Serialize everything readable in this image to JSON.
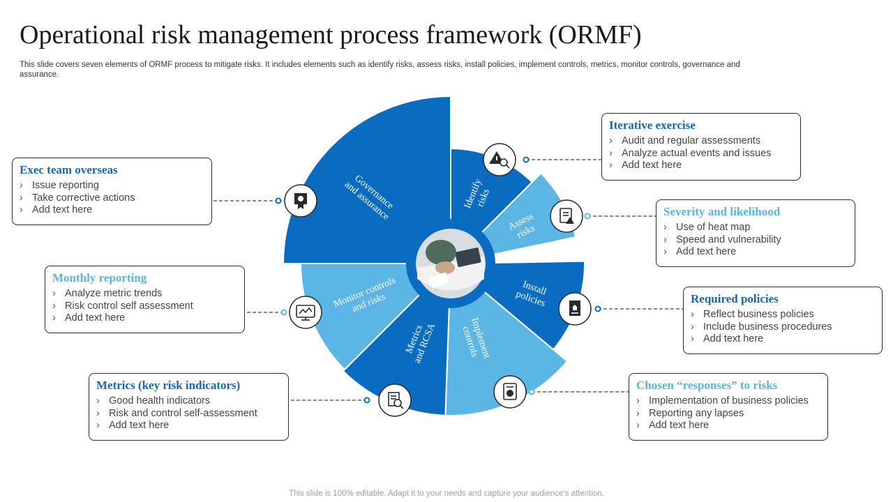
{
  "title": "Operational risk management process framework (ORMF)",
  "subtitle": "This slide covers seven elements of ORMF process to mitigate risks. It includes elements such as identify risks, assess risks, install policies, implement controls, metrics, monitor controls, governance and assurance.",
  "footer": "This slide is 100% editable. Adapt it to your needs and capture your audience’s attention.",
  "colors": {
    "dark": "#0a6cc0",
    "light": "#5bb6e6",
    "center_ring": "#0a6cc0",
    "box_border": "#2b2b2b",
    "connector": "#444444"
  },
  "bullet_icon": "chevron-right-icon",
  "segments": [
    {
      "id": "governance",
      "label": [
        "Governance",
        "and assurance"
      ],
      "shade": "dark",
      "icon": "certificate-icon"
    },
    {
      "id": "identify",
      "label": [
        "Identify",
        "risks"
      ],
      "shade": "dark",
      "icon": "warning-magnifier-icon"
    },
    {
      "id": "assess",
      "label": [
        "Assess",
        "risks"
      ],
      "shade": "light",
      "icon": "clipboard-warning-icon"
    },
    {
      "id": "install",
      "label": [
        "Install",
        "policies"
      ],
      "shade": "dark",
      "icon": "policy-document-icon"
    },
    {
      "id": "implement",
      "label": [
        "Implement",
        "controls"
      ],
      "shade": "light",
      "icon": "document-seal-icon"
    },
    {
      "id": "metrics",
      "label": [
        "Metrics",
        "and RCSA"
      ],
      "shade": "dark",
      "icon": "report-magnifier-icon"
    },
    {
      "id": "monitor",
      "label": [
        "Monitor controls",
        "and risks"
      ],
      "shade": "light",
      "icon": "monitor-chart-icon"
    }
  ],
  "boxes": [
    {
      "id": "exec",
      "title": "Exec team overseas",
      "shade": "dark",
      "items": [
        "Issue reporting",
        "Take corrective actions",
        "Add text here"
      ]
    },
    {
      "id": "monthly",
      "title": "Monthly reporting",
      "shade": "light",
      "items": [
        "Analyze metric trends",
        "Risk control self assessment",
        "Add text here"
      ]
    },
    {
      "id": "kri",
      "title": "Metrics (key risk indicators)",
      "shade": "dark",
      "items": [
        "Good health indicators",
        "Risk and control self-assessment",
        "Add text here"
      ]
    },
    {
      "id": "iterative",
      "title": "Iterative exercise",
      "shade": "dark",
      "items": [
        "Audit and regular assessments",
        "Analyze actual events and issues",
        "Add text here"
      ]
    },
    {
      "id": "severity",
      "title": "Severity and likelihood",
      "shade": "light",
      "items": [
        "Use of heat map",
        "Speed and vulnerability",
        "Add text here"
      ]
    },
    {
      "id": "policies",
      "title": "Required policies",
      "shade": "dark",
      "items": [
        "Reflect business policies",
        "Include business procedures",
        "Add text here"
      ]
    },
    {
      "id": "responses",
      "title": "Chosen “responses” to risks",
      "shade": "light",
      "items": [
        "Implementation of business policies",
        "Reporting any lapses",
        "Add text here"
      ]
    }
  ]
}
